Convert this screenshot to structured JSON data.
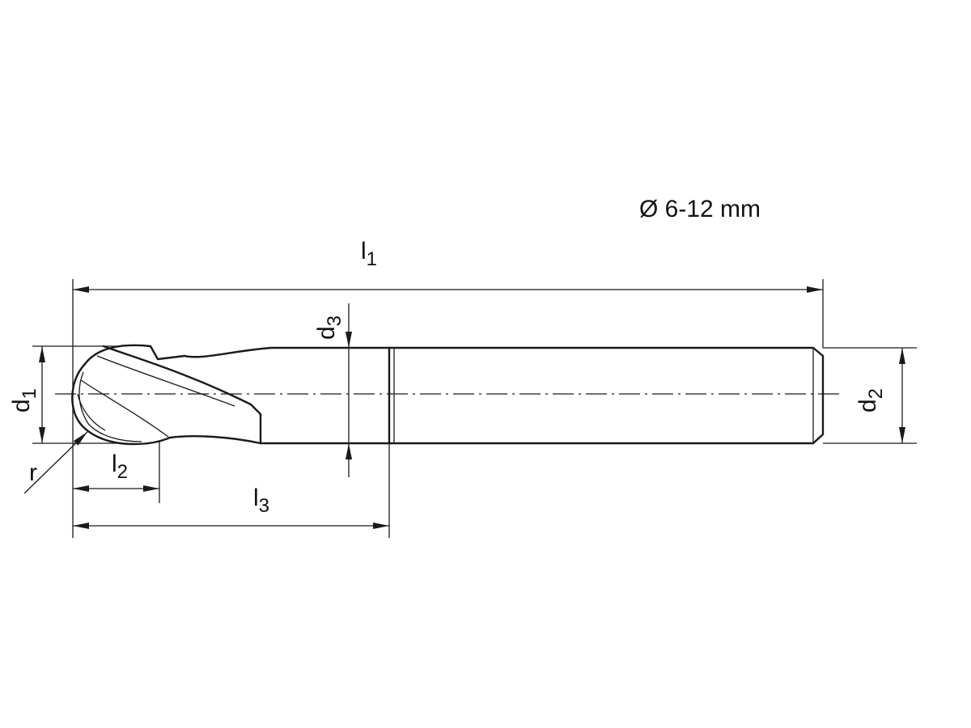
{
  "diameter_range": "Ø 6-12 mm",
  "dimensions": {
    "l1": {
      "letter": "l",
      "index": "1"
    },
    "l2": {
      "letter": "l",
      "index": "2"
    },
    "l3": {
      "letter": "l",
      "index": "3"
    },
    "d1": {
      "letter": "d",
      "index": "1"
    },
    "d2": {
      "letter": "d",
      "index": "2"
    },
    "d3": {
      "letter": "d",
      "index": "3"
    },
    "r": {
      "letter": "r"
    }
  },
  "colors": {
    "line": "#1a1a1a",
    "background": "#ffffff"
  }
}
